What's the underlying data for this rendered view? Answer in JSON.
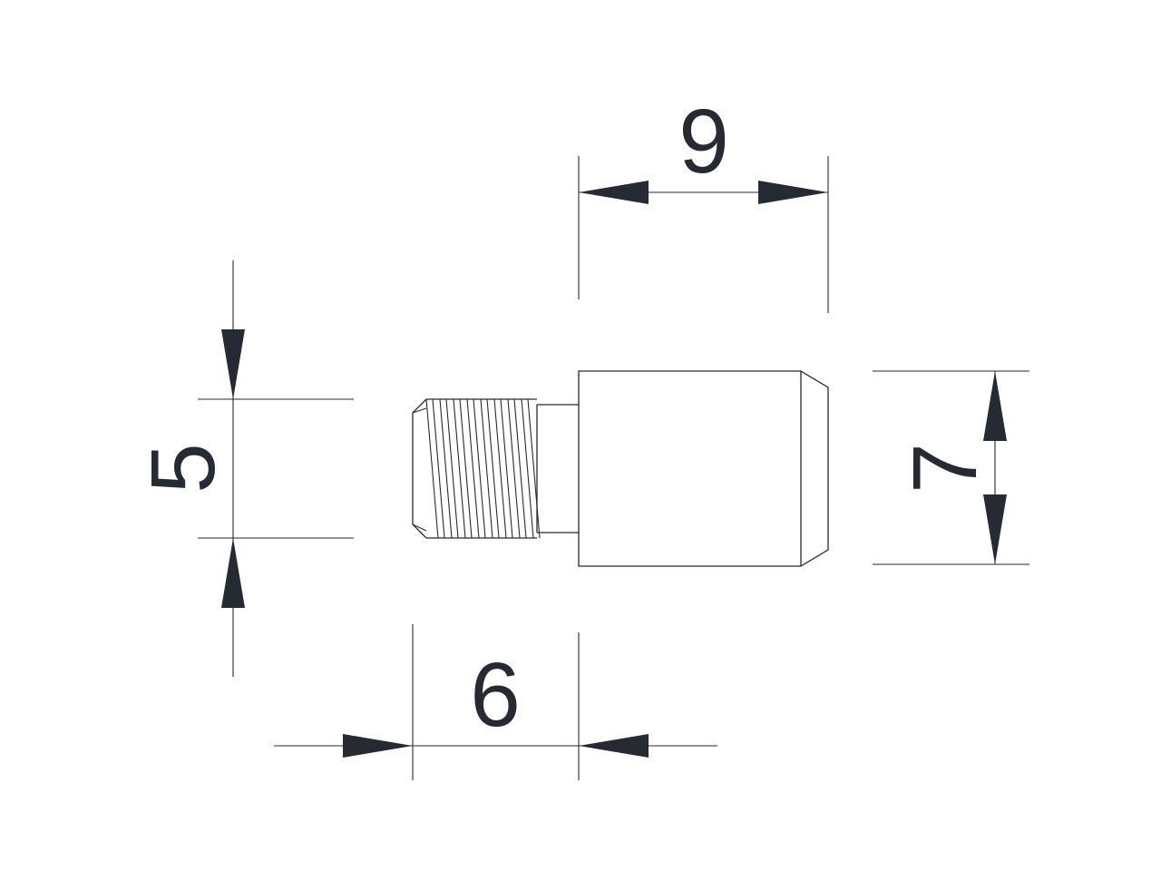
{
  "drawing": {
    "colors": {
      "line": "#262a33",
      "background": "#ffffff"
    },
    "dimensions": {
      "head_length": "9",
      "thread_diameter": "5",
      "thread_length": "6",
      "head_diameter": "7"
    }
  }
}
